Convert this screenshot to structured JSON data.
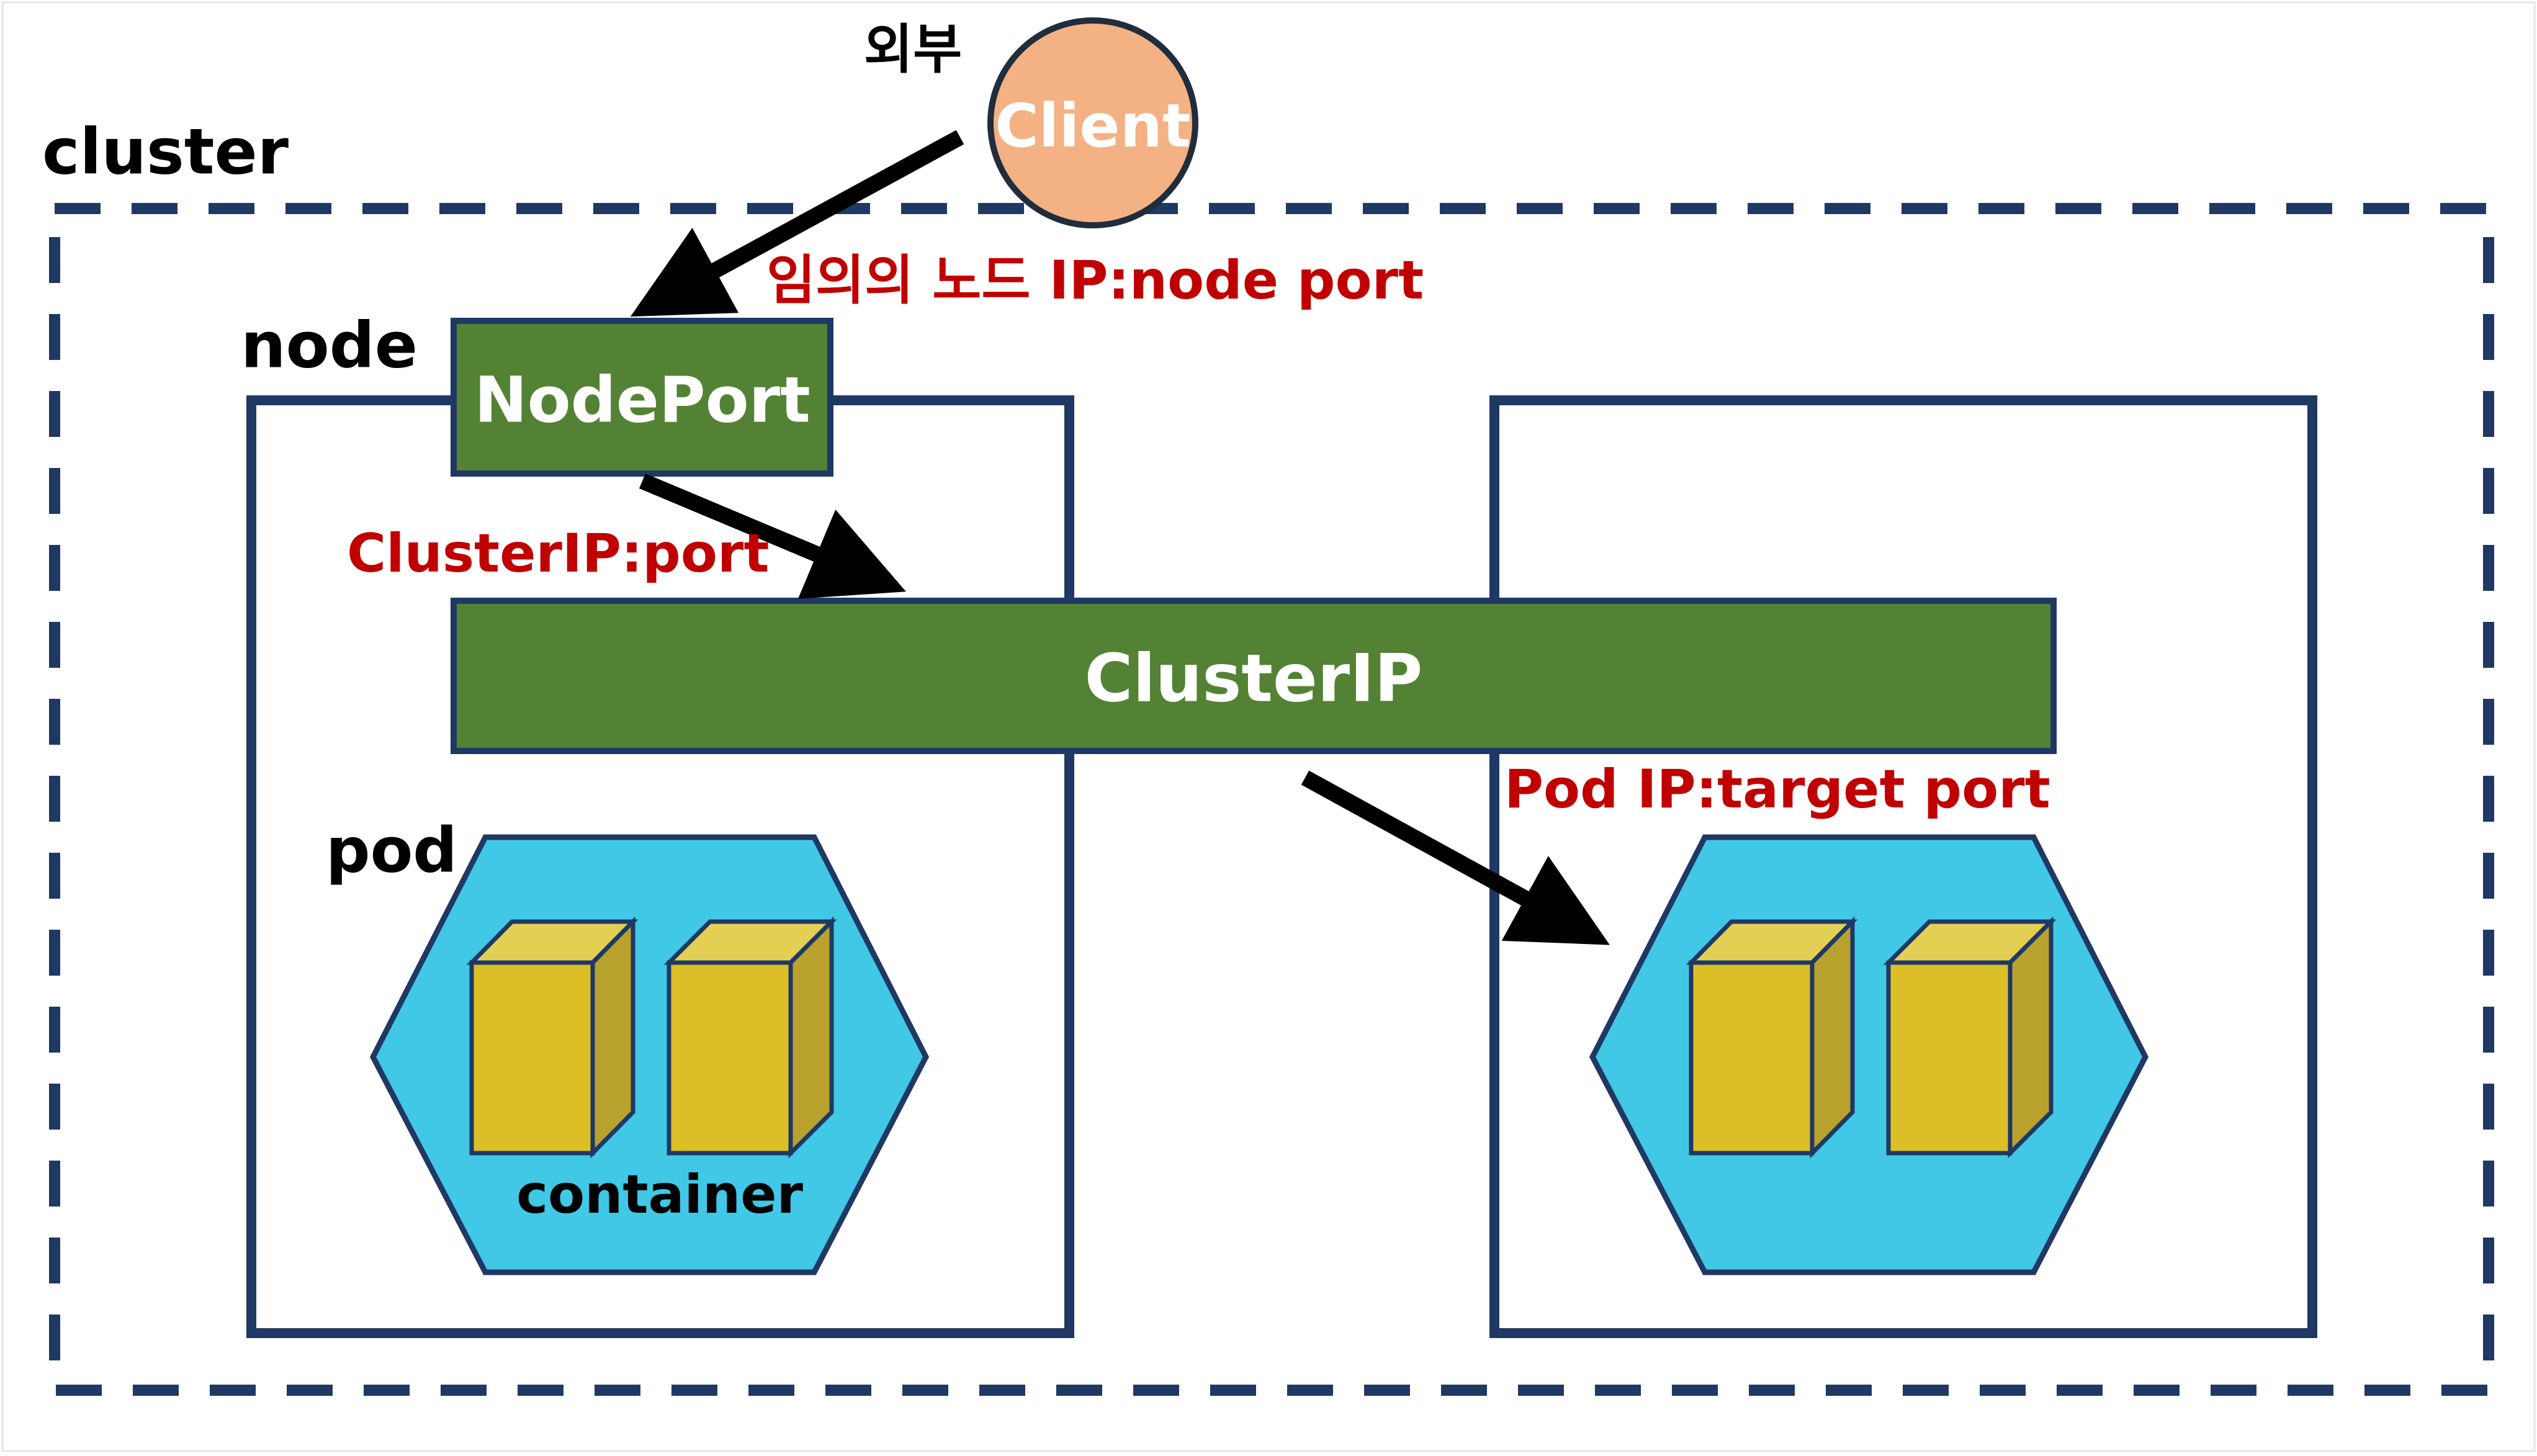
{
  "labels": {
    "external": "외부",
    "client": "Client",
    "cluster": "cluster",
    "node": "node",
    "nodeport": "NodePort",
    "clusterip_port": "ClusterIP:port",
    "clusterip": "ClusterIP",
    "node_ip_port": "임의의 노드 IP:node port",
    "pod_target_port": "Pod IP:target port",
    "pod": "pod",
    "container": "container"
  },
  "colors": {
    "navy": "#1f3864",
    "green": "#548235",
    "red": "#c00000",
    "cyan": "#40c8e6",
    "client_fill": "#f4b183",
    "container_front": "#dcbf27",
    "container_top": "#e2cf54",
    "container_side": "#b8a22d"
  }
}
